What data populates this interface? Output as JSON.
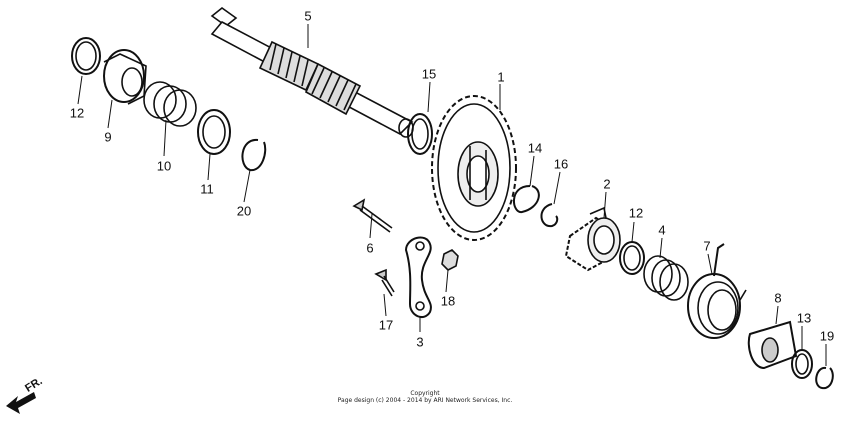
{
  "diagram": {
    "callouts": [
      "1",
      "2",
      "3",
      "4",
      "5",
      "6",
      "7",
      "8",
      "9",
      "10",
      "11",
      "12",
      "12",
      "13",
      "14",
      "15",
      "16",
      "17",
      "18",
      "19",
      "20"
    ],
    "direction_label": "FR.",
    "copyright_line1": "Copyright",
    "copyright_line2": "Page design (c) 2004 - 2014 by ARI Network Services, Inc."
  }
}
